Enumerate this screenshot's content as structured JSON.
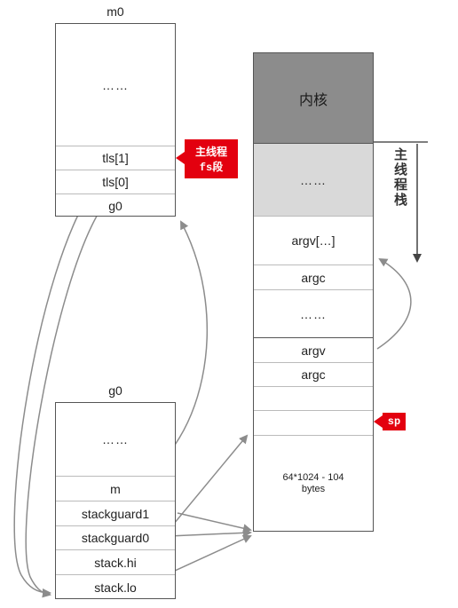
{
  "m0": {
    "title": "m0",
    "cells": [
      "……",
      "tls[1]",
      "tls[0]",
      "g0"
    ]
  },
  "g0": {
    "title": "g0",
    "cells": [
      "……",
      "m",
      "stackguard1",
      "stackguard0",
      "stack.hi",
      "stack.lo"
    ]
  },
  "stack": {
    "kernel": "内核",
    "cells": [
      "……",
      "argv[…]",
      "argc",
      "……",
      "argv",
      "argc",
      "",
      "",
      "64*1024 - 104\nbytes"
    ]
  },
  "tags": {
    "fs_line1": "主线程",
    "fs_line2": "fs段",
    "sp": "sp"
  },
  "main_thread_stack_label": "主线程栈",
  "colors": {
    "kernel_bg": "#8c8c8c",
    "upper_stack_bg": "#d9d9d9",
    "tag_red": "#e3000f",
    "arrow_gray": "#8c8c8c"
  }
}
